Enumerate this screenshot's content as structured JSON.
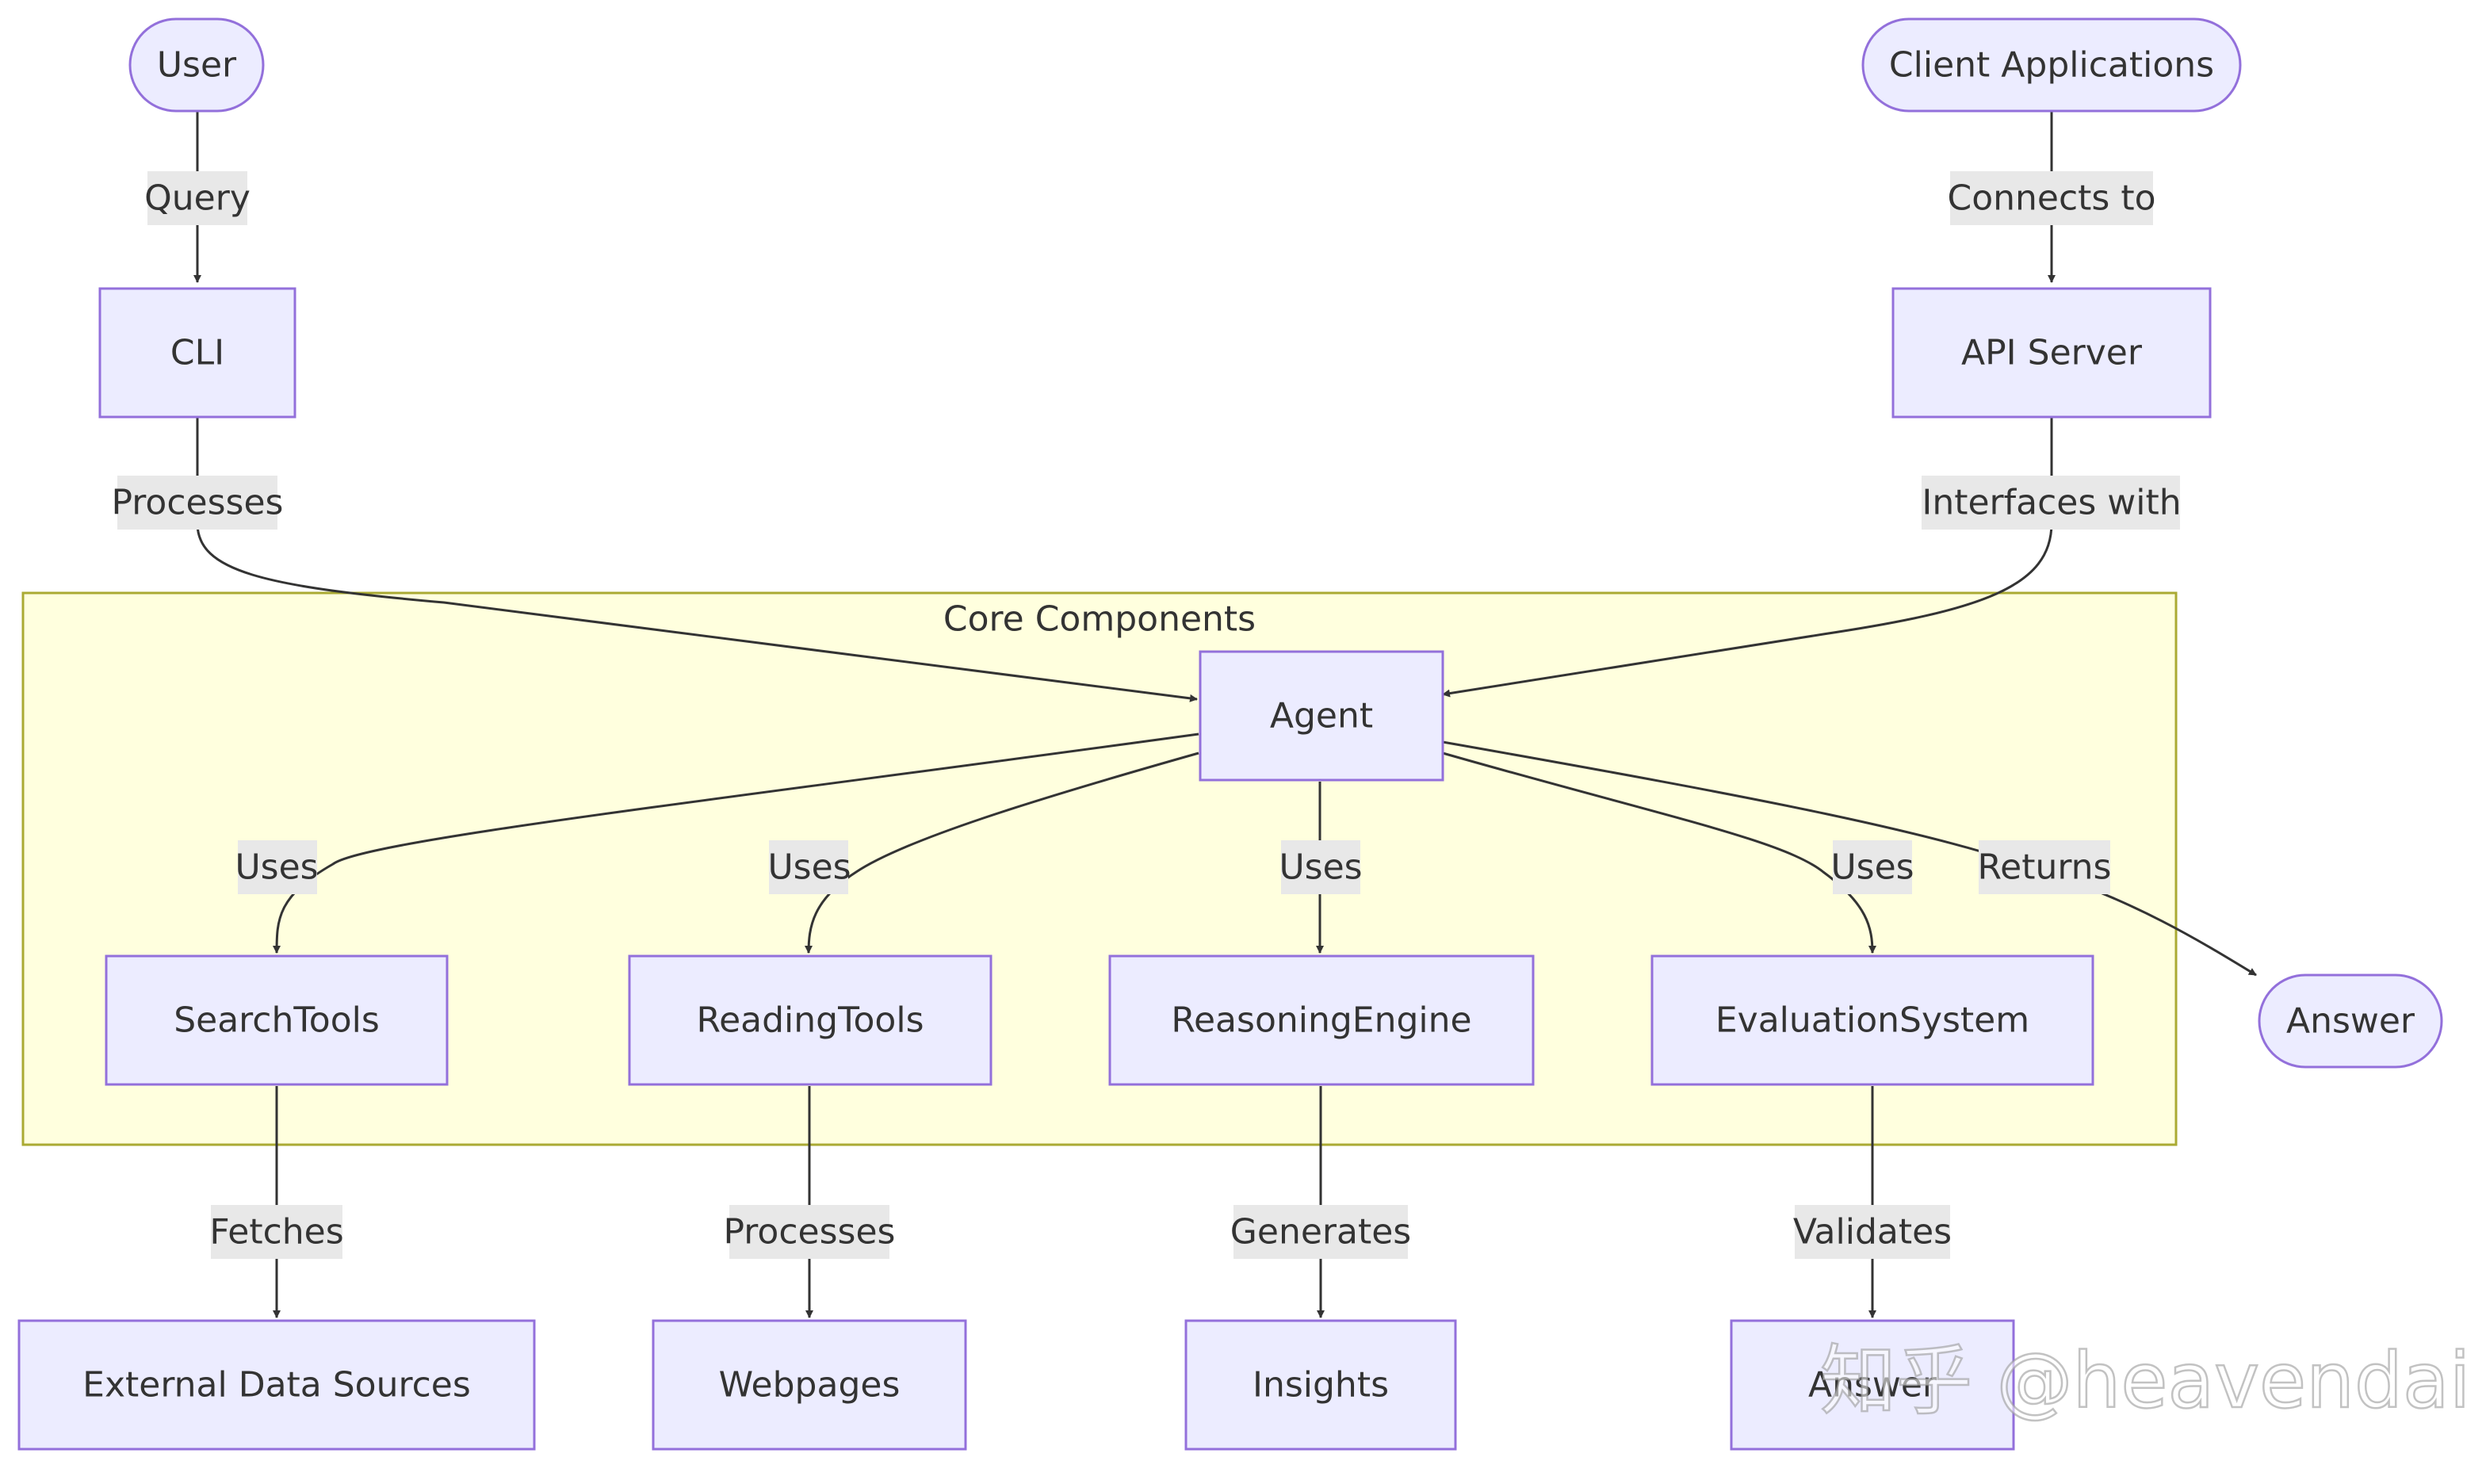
{
  "diagram": {
    "cluster": {
      "title": "Core Components"
    },
    "nodes": {
      "user": {
        "label": "User"
      },
      "client_apps": {
        "label": "Client Applications"
      },
      "cli": {
        "label": "CLI"
      },
      "api_server": {
        "label": "API Server"
      },
      "agent": {
        "label": "Agent"
      },
      "search_tools": {
        "label": "SearchTools"
      },
      "reading_tools": {
        "label": "ReadingTools"
      },
      "reasoning_engine": {
        "label": "ReasoningEngine"
      },
      "evaluation_system": {
        "label": "EvaluationSystem"
      },
      "answer_out": {
        "label": "Answer"
      },
      "external_data": {
        "label": "External Data Sources"
      },
      "webpages": {
        "label": "Webpages"
      },
      "insights": {
        "label": "Insights"
      },
      "answer_bottom": {
        "label": "Answer"
      }
    },
    "edges": {
      "user_cli": {
        "label": "Query"
      },
      "client_api": {
        "label": "Connects to"
      },
      "cli_agent": {
        "label": "Processes"
      },
      "api_agent": {
        "label": "Interfaces with"
      },
      "agent_search": {
        "label": "Uses"
      },
      "agent_reading": {
        "label": "Uses"
      },
      "agent_reasoning": {
        "label": "Uses"
      },
      "agent_evaluation": {
        "label": "Uses"
      },
      "agent_answer": {
        "label": "Returns"
      },
      "search_external": {
        "label": "Fetches"
      },
      "reading_webpages": {
        "label": "Processes"
      },
      "reasoning_insights": {
        "label": "Generates"
      },
      "evaluation_answer": {
        "label": "Validates"
      }
    },
    "colors": {
      "node_fill": "#ECECFF",
      "node_stroke": "#9370DB",
      "cluster_fill": "#FFFFDE",
      "cluster_stroke": "#AAAA33",
      "edge": "#333333",
      "edge_label_bg": "#E8E8E8",
      "text": "#333333"
    }
  },
  "watermark": {
    "text": "知乎 @heavendai"
  }
}
